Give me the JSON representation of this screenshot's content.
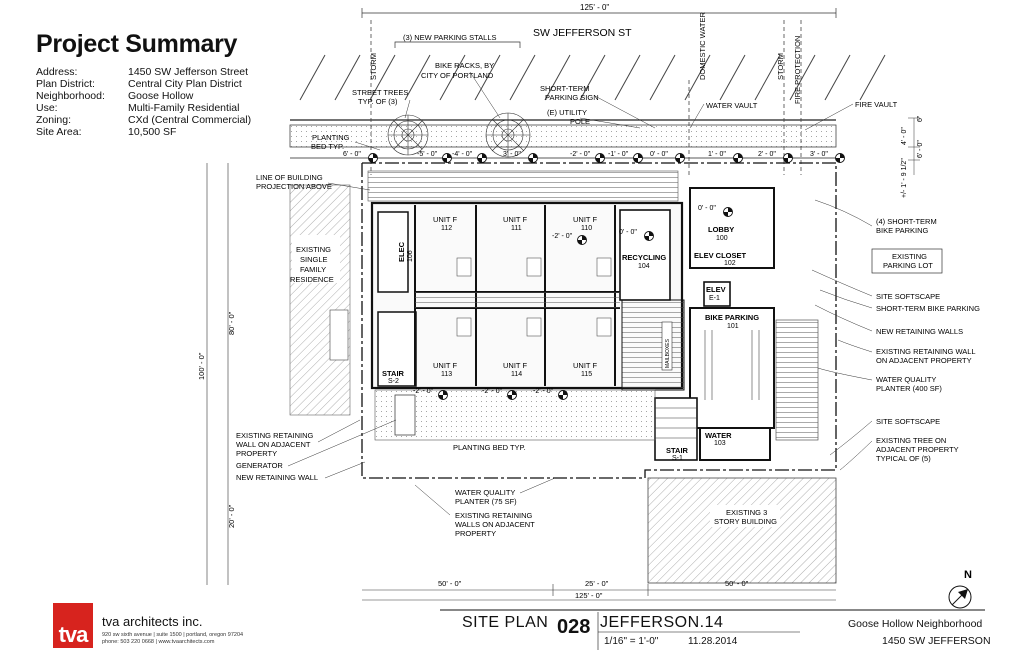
{
  "summary": {
    "title": "Project Summary",
    "rows": [
      {
        "k": "Address:",
        "v": "1450 SW Jefferson Street"
      },
      {
        "k": "Plan District:",
        "v": "Central City Plan District"
      },
      {
        "k": "Neighborhood:",
        "v": "Goose Hollow"
      },
      {
        "k": "Use:",
        "v": "Multi-Family Residential"
      },
      {
        "k": "Zoning:",
        "v": "CXd (Central Commercial)"
      },
      {
        "k": "Site Area:",
        "v": "10,500 SF"
      }
    ]
  },
  "street": "SW JEFFERSON ST",
  "dims": {
    "top_total": "125' - 0\"",
    "bottom_total": "125' - 0\"",
    "bottom_left": "50' - 0\"",
    "bottom_mid": "25' - 0\"",
    "bottom_right": "50' - 0\"",
    "left_total": "100' - 0\"",
    "left_upper": "80' - 0\"",
    "left_lower": "20' - 0\"",
    "right_a": "4' - 0\"",
    "right_b": "6\"",
    "right_c": "6' - 0\"",
    "right_d": "+/- 1' - 9 1/2\""
  },
  "spots": [
    {
      "t": "6' - 0\""
    },
    {
      "t": "-5' - 0\""
    },
    {
      "t": "-4' - 0\""
    },
    {
      "t": "3' - 0\""
    },
    {
      "t": "-2' - 0\""
    },
    {
      "t": "-1' - 0\""
    },
    {
      "t": "0' - 0\""
    },
    {
      "t": "1' - 0\""
    },
    {
      "t": "2' - 0\""
    },
    {
      "t": "3' - 0\""
    },
    {
      "t": "0' - 0\""
    },
    {
      "t": "-2' - 0\""
    },
    {
      "t": "0' - 0\""
    },
    {
      "t": "-2' - 0\""
    },
    {
      "t": "-2' - 0\""
    },
    {
      "t": "-2' - 0\""
    }
  ],
  "rooms": [
    {
      "name": "UNIT F",
      "num": "112"
    },
    {
      "name": "UNIT F",
      "num": "111"
    },
    {
      "name": "UNIT F",
      "num": "110"
    },
    {
      "name": "UNIT F",
      "num": "113"
    },
    {
      "name": "UNIT F",
      "num": "114"
    },
    {
      "name": "UNIT F",
      "num": "115"
    },
    {
      "name": "RECYCLING",
      "num": "104"
    },
    {
      "name": "LOBBY",
      "num": "100"
    },
    {
      "name": "ELEV CLOSET",
      "num": "102"
    },
    {
      "name": "ELEV",
      "num": "E-1"
    },
    {
      "name": "BIKE PARKING",
      "num": "101"
    },
    {
      "name": "WATER",
      "num": "103"
    },
    {
      "name": "STAIR",
      "num": "S-2"
    },
    {
      "name": "STAIR",
      "num": "S-1"
    },
    {
      "name": "ELEC",
      "num": "106"
    }
  ],
  "mailboxes": "MAILBOXES",
  "callouts": {
    "parking_stalls": "(3) NEW PARKING STALLS",
    "bike_racks": [
      "BIKE RACKS, BY",
      "CITY OF PORTLAND"
    ],
    "street_trees": [
      "STREET TREES",
      "TYP. OF (3)"
    ],
    "short_term_sign": [
      "SHORT-TERM",
      "PARKING SIGN"
    ],
    "utility_pole": [
      "(E) UTILITY",
      "POLE"
    ],
    "domestic_water": "DOMESTIC WATER",
    "water_vault": "WATER VAULT",
    "storm_left": "STORM",
    "storm_right": "STORM",
    "fire_protection": "FIRE PROTECTION",
    "fire_vault": "FIRE VAULT",
    "planting_bed": [
      "PLANTING",
      "BED TYP."
    ],
    "line_of_building": [
      "LINE OF BUILDING",
      "PROJECTION ABOVE"
    ],
    "existing_residence": [
      "EXISTING",
      "SINGLE",
      "FAMILY",
      "RESIDENCE"
    ],
    "existing_retaining_left": [
      "EXISTING RETAINING",
      "WALL ON ADJACENT",
      "PROPERTY"
    ],
    "generator": "GENERATOR",
    "new_retaining_left": "NEW RETAINING WALL",
    "planting_bed_bottom": "PLANTING BED TYP.",
    "water_quality_small": [
      "WATER QUALITY",
      "PLANTER (75 SF)"
    ],
    "existing_retaining_bottom": [
      "EXISTING RETAINING",
      "WALLS ON ADJACENT",
      "PROPERTY"
    ],
    "existing_3_story": [
      "EXISTING 3",
      "STORY BUILDING"
    ],
    "short_term_bike_4": [
      "(4) SHORT-TERM",
      "BIKE PARKING"
    ],
    "existing_parking_lot": [
      "EXISTING",
      "PARKING LOT"
    ],
    "site_softscape_1": "SITE SOFTSCAPE",
    "short_term_bike": "SHORT-TERM BIKE PARKING",
    "new_retaining_walls": "NEW RETAINING WALLS",
    "existing_retaining_right": [
      "EXISTING RETAINING WALL",
      "ON ADJACENT PROPERTY"
    ],
    "water_quality_large": [
      "WATER QUALITY",
      "PLANTER (400 SF)"
    ],
    "site_softscape_2": "SITE SOFTSCAPE",
    "existing_tree": [
      "EXISTING TREE ON",
      "ADJACENT PROPERTY",
      "TYPICAL OF (5)"
    ]
  },
  "north": "N",
  "titleblock": {
    "logo_text": "tva",
    "firm_name": "tva architects inc.",
    "firm_addr_1": "920 sw sixth avenue  |  suite 1500  |  portland, oregon 97204",
    "firm_addr_2": "phone: 503 220 0668  |  www.tvaarchitects.com",
    "sheet_title": "SITE PLAN",
    "sheet_number": "028",
    "project": "JEFFERSON.14",
    "scale": "1/16\" = 1'-0\"",
    "date": "11.28.2014",
    "neighborhood": "Goose Hollow Neighborhood",
    "street": "1450 SW JEFFERSON"
  }
}
